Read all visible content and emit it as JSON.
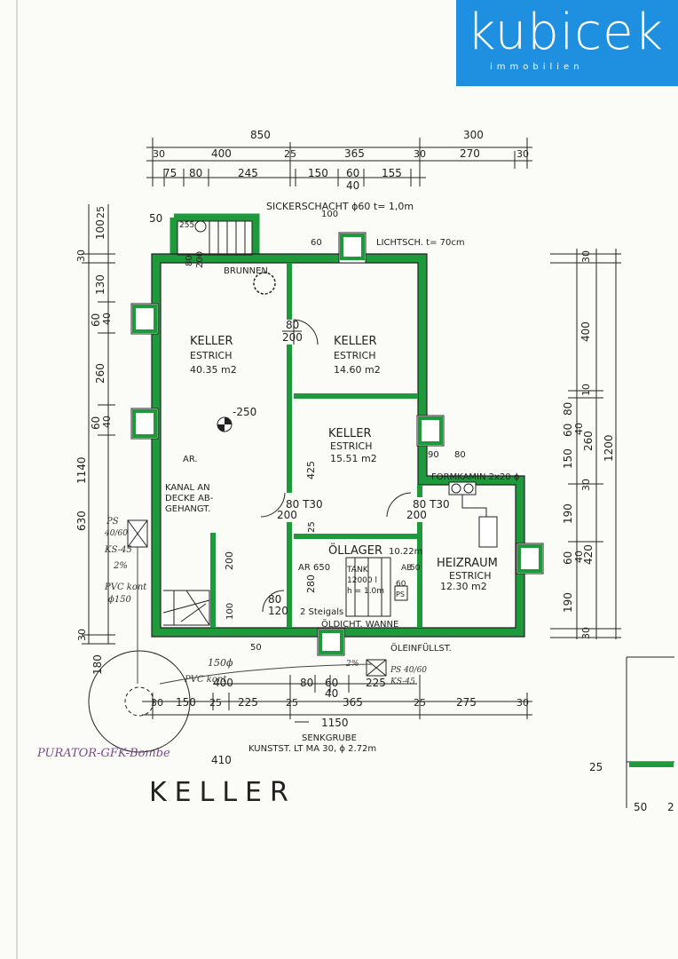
{
  "logo": {
    "word": "kubicek",
    "sub": "immobilien",
    "color": "#1f8fe0"
  },
  "title": "KELLER",
  "colors": {
    "wall": "#1e9a3c",
    "line": "#222222"
  },
  "dims_top_1": [
    "850",
    "300"
  ],
  "dims_top_2": [
    "30",
    "400",
    "25",
    "365",
    "30",
    "270",
    "30"
  ],
  "dims_top_3": [
    "75",
    "80",
    "245",
    "150",
    "60",
    "155"
  ],
  "dim_40_top": "40",
  "dim_100_top": "100",
  "dims_left": [
    "100",
    "25",
    "30",
    "130",
    "60",
    "40",
    "260",
    "60",
    "40",
    "1140",
    "630",
    "30",
    "180"
  ],
  "dim_50_left": "50",
  "dims_right": [
    "30",
    "400",
    "10",
    "80",
    "40",
    "60",
    "150",
    "260",
    "30",
    "190",
    "60",
    "40",
    "420",
    "190",
    "30",
    "1200"
  ],
  "dims_bottom": [
    "30",
    "150",
    "25",
    "225",
    "25",
    "365",
    "25",
    "275",
    "30"
  ],
  "dims_bottom_upper": [
    "400",
    "80",
    "60",
    "40",
    "225"
  ],
  "dim_total_bottom": "1150",
  "dim_410": "410",
  "dim_25_right": "25",
  "dim_50_right": "50",
  "dim_2_right": "2",
  "notes": {
    "sickerschacht": "SICKERSCHACHT ϕ60 t= 1,0m",
    "lichtsch": "LICHTSCH. t= 70cm",
    "brunnen": "BRUNNEN",
    "formkamin": "FORMKAMIN 2x20 ϕ",
    "oleinfuell": "ÖLEINFÜLLST.",
    "senkgrube": "SENKGRUBE",
    "kunststlt": "KUNSTST. LT  MA 30, ϕ 2.72m",
    "purator": "PURATOR-GFK-Bombe",
    "kanal_1": "KANAL AN",
    "kanal_2": "DECKE AB-",
    "kanal_3": "GEHANGT.",
    "ar": "AR.",
    "level": "-250",
    "ps_1": "PS",
    "ps_2": "40/60",
    "ks": "KS-45",
    "slope": "2%",
    "pvc_1": "PVC kont",
    "pvc_2": "ϕ150",
    "pvc_b": "PVC kont",
    "ar_650": "AR 650",
    "oeldicht": "ÖLDICHT. WANNE",
    "steigals": "2 Steigals",
    "tank_1": "TANK",
    "tank_2": "12000 l",
    "tank_3": "h = 1.0m",
    "ps_b1": "PS 40/60",
    "ks_b": "KS-45",
    "slope_b": "2%",
    "dim_150b": "150ϕ",
    "n_255": "255",
    "n_80a": "80",
    "n_200a": "200",
    "n_60l": "60",
    "n_425": "425",
    "n_25": "25",
    "n_280": "280",
    "n_200v": "200",
    "n_100v": "100",
    "n_90": "90",
    "n_80b": "80",
    "n_60p": "60",
    "n_ps": "PS",
    "n_ab": "AB",
    "n_5o": "50",
    "n_50b": "50"
  },
  "rooms": [
    {
      "name": "KELLER",
      "floor": "ESTRICH",
      "area": "40.35  m2"
    },
    {
      "name": "KELLER",
      "floor": "ESTRICH",
      "area": "14.60  m2"
    },
    {
      "name": "KELLER",
      "floor": "ESTRICH",
      "area": "15.51  m2"
    },
    {
      "name": "ÖLLAGER",
      "floor": "",
      "area": "10.22m"
    },
    {
      "name": "HEIZRAUM",
      "floor": "ESTRICH",
      "area": "12.30  m2"
    }
  ],
  "doors": [
    {
      "top": "80",
      "bottom": "200"
    },
    {
      "top": "80  T30",
      "bottom": "200"
    },
    {
      "top": "80  T30",
      "bottom": "200"
    },
    {
      "top": "80",
      "bottom": "120"
    }
  ]
}
